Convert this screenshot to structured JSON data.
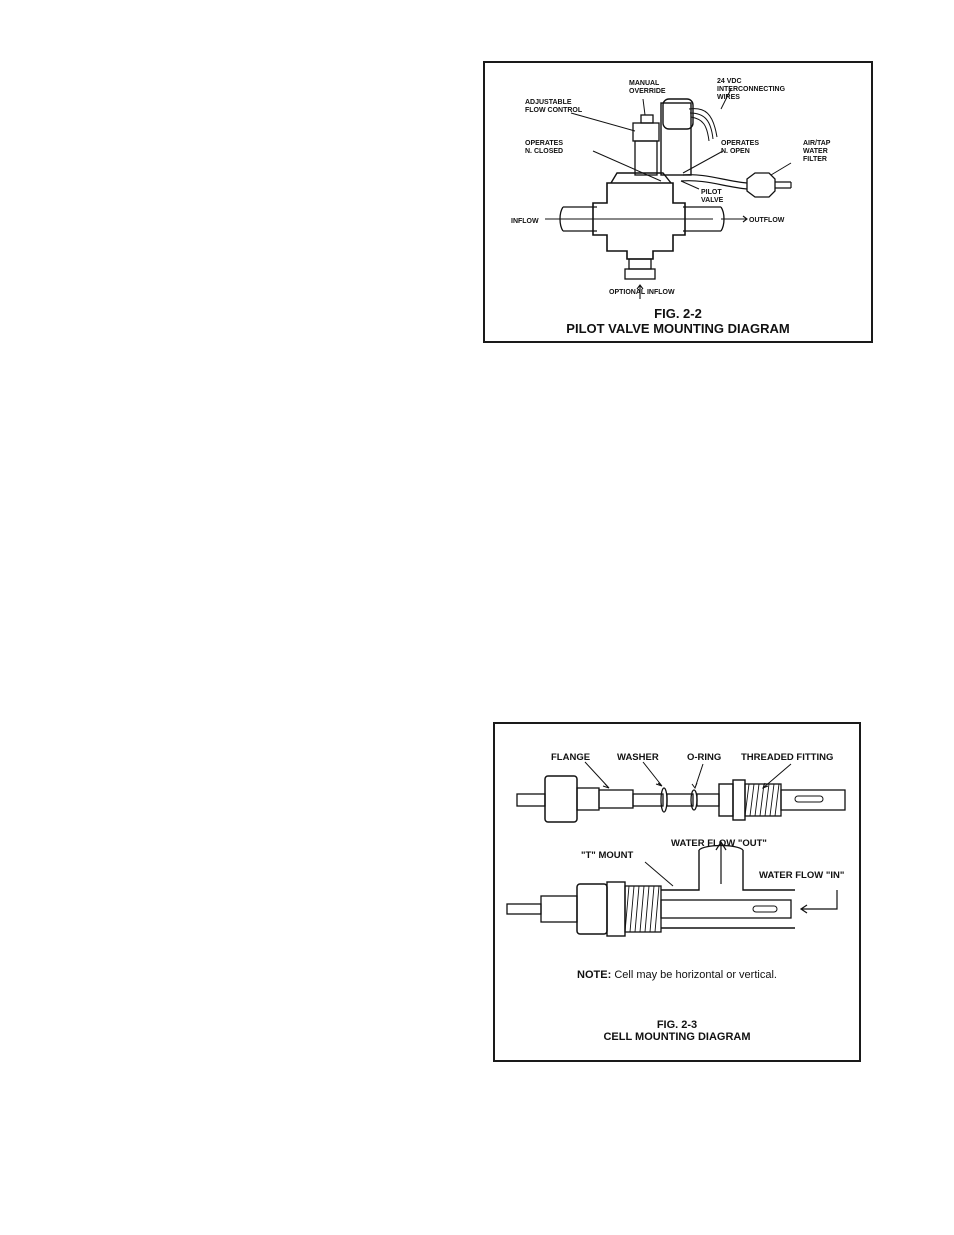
{
  "fig22": {
    "labels": {
      "manual_override": [
        "MANUAL",
        "OVERRIDE"
      ],
      "vdc_wires": [
        "24 VDC",
        "INTERCONNECTING",
        "WIRES"
      ],
      "adjustable_flow": [
        "ADJUSTABLE",
        "FLOW CONTROL"
      ],
      "operates_closed": [
        "OPERATES",
        "N. CLOSED"
      ],
      "operates_open": [
        "OPERATES",
        "N. OPEN"
      ],
      "filter": [
        "AIR/TAP",
        "WATER",
        "FILTER"
      ],
      "pilot_valve": [
        "PILOT",
        "VALVE"
      ],
      "inflow": "INFLOW",
      "outflow": "OUTFLOW",
      "optional_inflow": "OPTIONAL INFLOW"
    },
    "caption_number": "FIG. 2-2",
    "caption_title": "PILOT VALVE MOUNTING DIAGRAM"
  },
  "fig23": {
    "labels": {
      "flange": "FLANGE",
      "washer": "WASHER",
      "oring": "O-RING",
      "threaded_fitting": "THREADED FITTING",
      "water_flow_out": "WATER FLOW \"OUT\"",
      "t_mount": "\"T\" MOUNT",
      "water_flow_in": "WATER FLOW \"IN\""
    },
    "note_label": "NOTE:",
    "note_text": " Cell may be horizontal or vertical.",
    "caption_number": "FIG. 2-3",
    "caption_title": "CELL MOUNTING DIAGRAM"
  }
}
